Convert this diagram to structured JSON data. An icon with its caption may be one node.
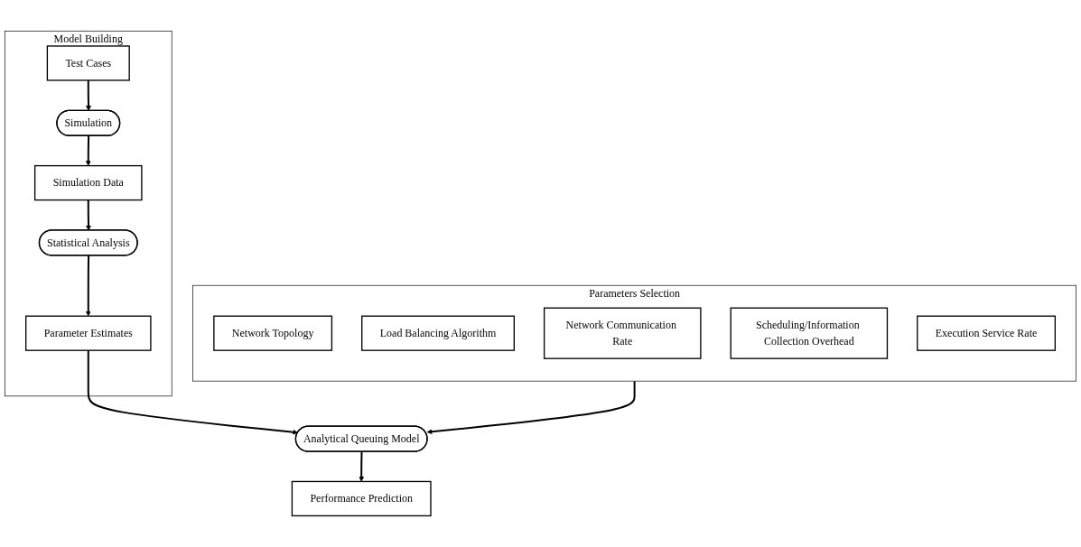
{
  "diagram": {
    "nodes": [
      {
        "text": [
          "Model Building"
        ]
      },
      {
        "text": [
          "Test Cases"
        ],
        "in": 0
      },
      {
        "text": [
          "Simulation"
        ],
        "in": 0
      },
      {
        "text": [
          "Simulation Data"
        ],
        "in": 0
      },
      {
        "text": [
          "Statistical Analysis"
        ],
        "in": 0
      },
      {
        "text": [
          "Parameter Estimates"
        ],
        "in": 0
      },
      {
        "text": [
          "Performance Prediction"
        ]
      },
      {
        "text": [
          "Analytical Queuing Model"
        ]
      },
      {
        "text": [
          "Parameters Selection"
        ]
      },
      {
        "text": [
          "Network Topology"
        ],
        "in": 8
      },
      {
        "text": [
          "Load Balancing Algorithm"
        ],
        "in": 8
      },
      {
        "text": [
          "Network Communication Rate"
        ],
        "in": 8
      },
      {
        "text": [
          "Scheduling/Information Collection Overhead"
        ],
        "in": 8
      },
      {
        "text": [
          "Execution Service Rate"
        ],
        "in": 8
      }
    ],
    "edges": [
      {
        "from": 1,
        "to": 2,
        "arrow": "to"
      },
      {
        "from": 2,
        "to": 3,
        "arrow": "to"
      },
      {
        "from": 3,
        "to": 4,
        "arrow": "to"
      },
      {
        "from": 4,
        "to": 5,
        "arrow": "to"
      },
      {
        "from": 5,
        "to": 7,
        "arrow": "to"
      },
      {
        "from": 7,
        "to": 6,
        "arrow": "to"
      },
      {
        "from": 8,
        "to": 7,
        "arrow": "to"
      }
    ]
  }
}
